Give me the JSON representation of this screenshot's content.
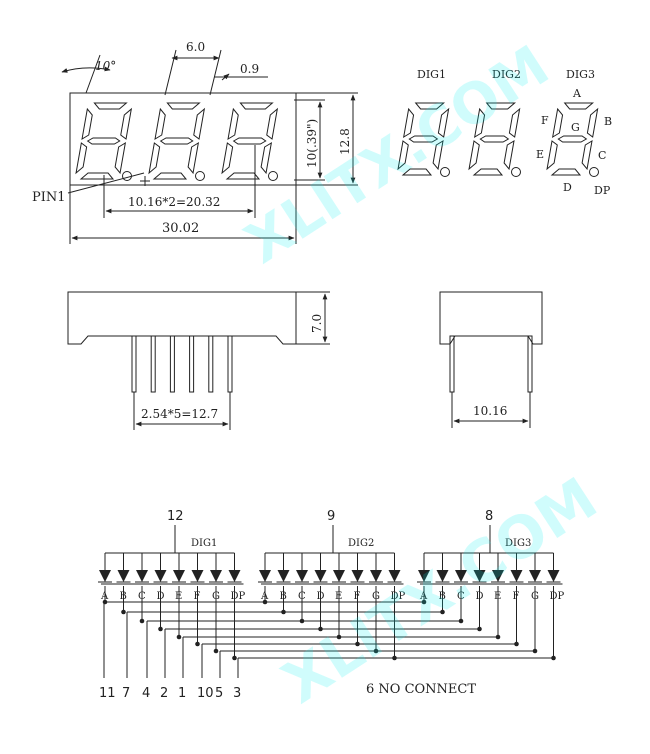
{
  "top_view": {
    "dims": {
      "angle": "10°",
      "digit_width": "6.0",
      "segment_width": "0.9",
      "char_height": "10(.39\")",
      "body_height": "12.8",
      "digit_pitch": "10.16*2=20.32",
      "body_width": "30.02",
      "pin1": "PIN1"
    }
  },
  "digit_labels": {
    "dig1": "DIG1",
    "dig2": "DIG2",
    "dig3": "DIG3",
    "seg_a": "A",
    "seg_b": "B",
    "seg_c": "C",
    "seg_d": "D",
    "seg_e": "E",
    "seg_f": "F",
    "seg_g": "G",
    "seg_dp": "DP"
  },
  "side_view": {
    "height": "7.0",
    "pin_spacing": "2.54*5=12.7",
    "row_spacing": "10.16"
  },
  "schematic": {
    "commons": [
      {
        "pin": "12",
        "digit": "DIG1"
      },
      {
        "pin": "9",
        "digit": "DIG2"
      },
      {
        "pin": "8",
        "digit": "DIG3"
      }
    ],
    "segments": [
      "A",
      "B",
      "C",
      "D",
      "E",
      "F",
      "G",
      "DP"
    ],
    "bottom_pins": [
      "11",
      "7",
      "4",
      "2",
      "1",
      "10",
      "5",
      "3"
    ],
    "note": "6 NO CONNECT"
  },
  "watermark": "XLITX.COM",
  "colors": {
    "line": "#222222",
    "watermark": "#00f3f3"
  }
}
